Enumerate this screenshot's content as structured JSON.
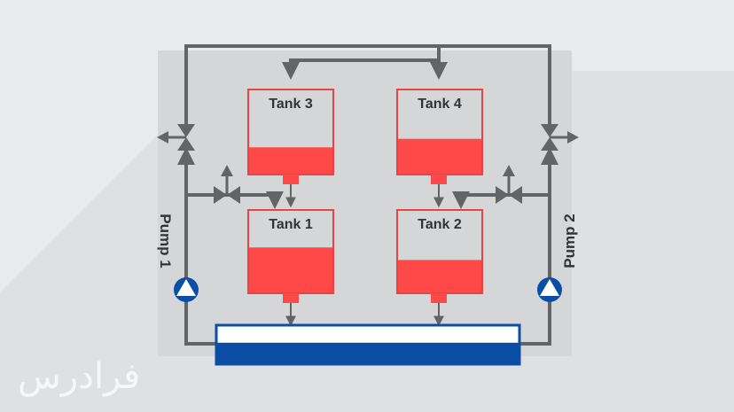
{
  "tanks": {
    "tank1": {
      "label": "Tank 1",
      "fill_level": 0.55
    },
    "tank2": {
      "label": "Tank 2",
      "fill_level": 0.4
    },
    "tank3": {
      "label": "Tank 3",
      "fill_level": 0.32
    },
    "tank4": {
      "label": "Tank 4",
      "fill_level": 0.42
    }
  },
  "pumps": {
    "pump1": {
      "label": "Pump 1"
    },
    "pump2": {
      "label": "Pump 2"
    }
  },
  "reservoir": {
    "fill_level": 0.55
  },
  "watermark": {
    "text": "فرادرس"
  },
  "colors": {
    "background": "#e9eaec",
    "panel": "#d5d6d8",
    "pipe": "#636466",
    "tank_border": "#e84444",
    "tank_fill": "#ff4848",
    "reservoir_fill": "#0a4ea5",
    "pump": "#0a4ea5"
  },
  "icons": {
    "pump": "pump-icon",
    "valve": "valve-icon"
  }
}
